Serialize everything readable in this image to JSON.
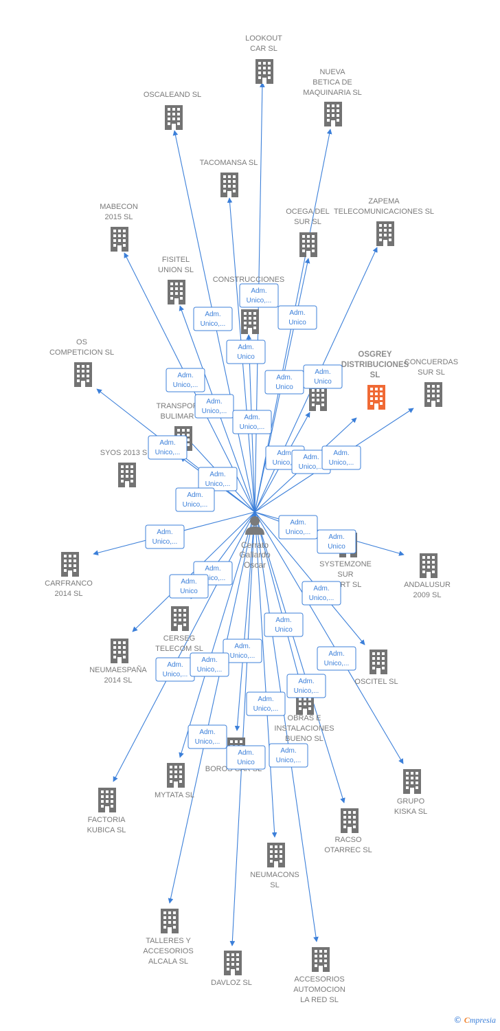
{
  "diagram": {
    "center": {
      "name_lines": [
        "Cerrato",
        "Gallardo",
        "Oscar"
      ],
      "icon": "person-icon"
    },
    "colors": {
      "edge": "#3b7fd9",
      "building": "#737373",
      "highlight_building": "#f06a35"
    },
    "companies": [
      {
        "id": "lookout",
        "lines": [
          "LOOKOUT",
          "CAR SL"
        ],
        "icon": "building-icon"
      },
      {
        "id": "oscaleand",
        "lines": [
          "OSCALEAND SL"
        ],
        "icon": "building-icon"
      },
      {
        "id": "nueva-betica",
        "lines": [
          "NUEVA",
          "BETICA DE",
          "MAQUINARIA SL"
        ],
        "icon": "building-icon"
      },
      {
        "id": "tacomansa",
        "lines": [
          "TACOMANSA SL"
        ],
        "icon": "building-icon"
      },
      {
        "id": "mabecon",
        "lines": [
          "MABECON",
          "2015  SL"
        ],
        "icon": "building-icon"
      },
      {
        "id": "zapema",
        "lines": [
          "ZAPEMA",
          "TELECOMUNICACIONES SL"
        ],
        "icon": "building-icon"
      },
      {
        "id": "ocega",
        "lines": [
          "OCEGA DEL",
          "SUR SL"
        ],
        "icon": "building-icon"
      },
      {
        "id": "fisitel",
        "lines": [
          "FISITEL",
          "UNION  SL"
        ],
        "icon": "building-icon"
      },
      {
        "id": "construcciones",
        "lines": [
          "CONSTRUCCIONES",
          "CER",
          "GON"
        ],
        "icon": "building-icon"
      },
      {
        "id": "os-competicion",
        "lines": [
          "OS",
          "COMPETICION SL"
        ],
        "icon": "building-icon"
      },
      {
        "id": "osgrey",
        "lines": [
          "OSGREY",
          "DISTRIBUCIONES",
          "SL"
        ],
        "icon": "building-icon",
        "highlight": true
      },
      {
        "id": "concuerdas",
        "lines": [
          "CONCUERDAS",
          "SUR  SL"
        ],
        "icon": "building-icon"
      },
      {
        "id": "ra-sl",
        "lines": [
          "RA",
          "SL"
        ],
        "icon": "building-icon"
      },
      {
        "id": "transpor",
        "lines": [
          "TRANSPOR",
          "BULIMAR"
        ],
        "icon": "building-icon"
      },
      {
        "id": "syos",
        "lines": [
          "SYOS 2013 S"
        ],
        "icon": "building-icon"
      },
      {
        "id": "carfranco",
        "lines": [
          "CARFRANCO",
          "2014  SL"
        ],
        "icon": "building-icon"
      },
      {
        "id": "systemzone",
        "lines": [
          "SYSTEMZONE",
          "SUR",
          "PORT SL"
        ],
        "icon": "building-icon"
      },
      {
        "id": "andalusur",
        "lines": [
          "ANDALUSUR",
          "2009 SL"
        ],
        "icon": "building-icon"
      },
      {
        "id": "cerseg",
        "lines": [
          "CERSEG",
          "TELECOM  SL"
        ],
        "icon": "building-icon"
      },
      {
        "id": "neumaespana",
        "lines": [
          "NEUMAESPAÑA",
          "2014  SL"
        ],
        "icon": "building-icon"
      },
      {
        "id": "oscitel",
        "lines": [
          "OSCITEL  SL"
        ],
        "icon": "building-icon"
      },
      {
        "id": "obras",
        "lines": [
          "OBRAS E",
          "INSTALACIONES",
          "BUENO  SL"
        ],
        "icon": "building-icon"
      },
      {
        "id": "boros",
        "lines": [
          "BOROS CAR SL"
        ],
        "icon": "building-icon"
      },
      {
        "id": "mytata",
        "lines": [
          "MYTATA  SL"
        ],
        "icon": "building-icon"
      },
      {
        "id": "factoria",
        "lines": [
          "FACTORIA",
          "KUBICA SL"
        ],
        "icon": "building-icon"
      },
      {
        "id": "grupo-kiska",
        "lines": [
          "GRUPO",
          "KISKA SL"
        ],
        "icon": "building-icon"
      },
      {
        "id": "racso",
        "lines": [
          "RACSO",
          "OTARREC SL"
        ],
        "icon": "building-icon"
      },
      {
        "id": "neumacons",
        "lines": [
          "NEUMACONS",
          "SL"
        ],
        "icon": "building-icon"
      },
      {
        "id": "talleres",
        "lines": [
          "TALLERES Y",
          "ACCESORIOS",
          "ALCALA SL"
        ],
        "icon": "building-icon"
      },
      {
        "id": "davloz",
        "lines": [
          "DAVLOZ  SL"
        ],
        "icon": "building-icon"
      },
      {
        "id": "accesorios",
        "lines": [
          "ACCESORIOS",
          "AUTOMOCION",
          "LA RED SL"
        ],
        "icon": "building-icon"
      }
    ],
    "roles": [
      {
        "lines": [
          "Adm.",
          "Unico,..."
        ]
      },
      {
        "lines": [
          "Adm.",
          "Unico,..."
        ]
      },
      {
        "lines": [
          "Adm.",
          "Unico"
        ]
      },
      {
        "lines": [
          "Adm.",
          "Unico"
        ]
      },
      {
        "lines": [
          "Adm.",
          "Unico,..."
        ]
      },
      {
        "lines": [
          "Adm.",
          "Unico"
        ]
      },
      {
        "lines": [
          "Adm.",
          "Unico"
        ]
      },
      {
        "lines": [
          "Adm.",
          "Unico,..."
        ]
      },
      {
        "lines": [
          "Adm.",
          "Unico,..."
        ]
      },
      {
        "lines": [
          "Adm.",
          "Unico,..."
        ]
      },
      {
        "lines": [
          "Adm.",
          "Unico,..."
        ]
      },
      {
        "lines": [
          "Adm.",
          "Unico,..."
        ]
      },
      {
        "lines": [
          "Adm.",
          "Unico,..."
        ]
      },
      {
        "lines": [
          "Adm.",
          "Unico,..."
        ]
      },
      {
        "lines": [
          "Adm.",
          "Unico,..."
        ]
      },
      {
        "lines": [
          "Adm.",
          "Unico,..."
        ]
      },
      {
        "lines": [
          "Adm.",
          "Unico,..."
        ]
      },
      {
        "lines": [
          "Adm.",
          "Unico"
        ]
      },
      {
        "lines": [
          "Adm.",
          "Unico,..."
        ]
      },
      {
        "lines": [
          "Adm.",
          "Unico"
        ]
      },
      {
        "lines": [
          "Adm.",
          "Unico,..."
        ]
      },
      {
        "lines": [
          "Adm.",
          "Unico"
        ]
      },
      {
        "lines": [
          "Adm.",
          "Unico,..."
        ]
      },
      {
        "lines": [
          "Adm.",
          "Unico,..."
        ]
      },
      {
        "lines": [
          "Adm.",
          "Unico,..."
        ]
      },
      {
        "lines": [
          "Adm.",
          "Unico,..."
        ]
      },
      {
        "lines": [
          "Adm.",
          "Unico,..."
        ]
      },
      {
        "lines": [
          "Adm.",
          "Unico,..."
        ]
      },
      {
        "lines": [
          "Adm.",
          "Unico,..."
        ]
      },
      {
        "lines": [
          "Adm.",
          "Unico"
        ]
      },
      {
        "lines": [
          "Adm.",
          "Unico,..."
        ]
      }
    ]
  },
  "footer": {
    "copyright": "©",
    "brand_first": "C",
    "brand_rest": "mpresia"
  }
}
